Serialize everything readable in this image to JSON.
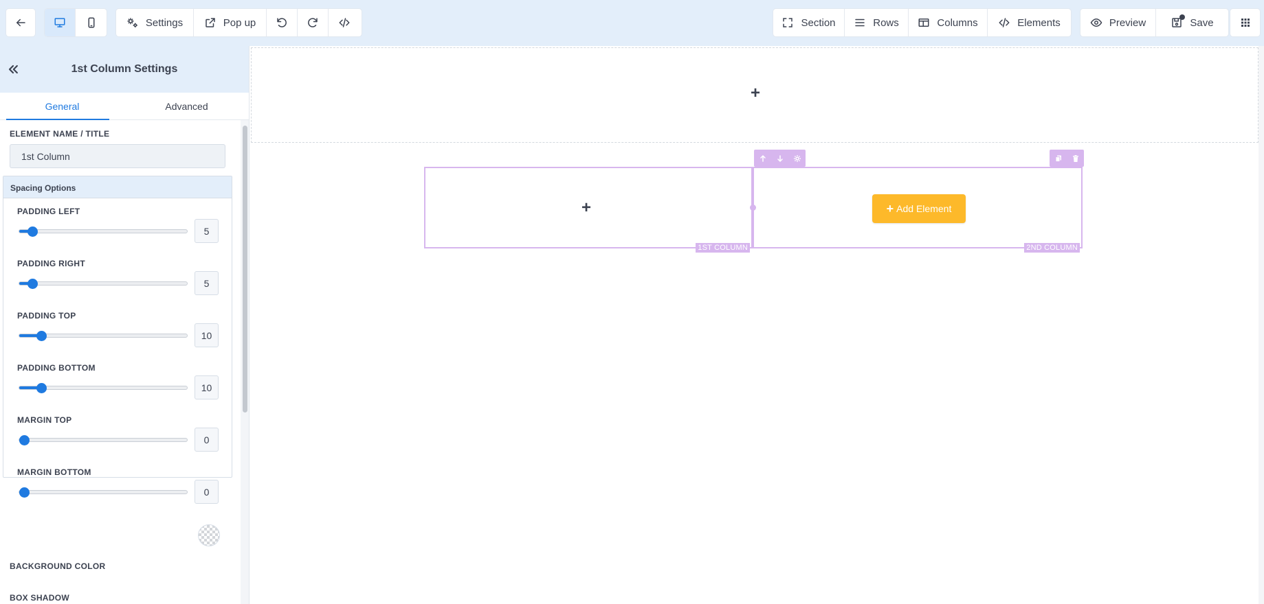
{
  "toolbar": {
    "settings_label": "Settings",
    "popup_label": "Pop up",
    "section_label": "Section",
    "rows_label": "Rows",
    "columns_label": "Columns",
    "elements_label": "Elements",
    "preview_label": "Preview",
    "save_label": "Save"
  },
  "panel": {
    "title": "1st Column Settings",
    "tabs": [
      {
        "label": "General",
        "active": true
      },
      {
        "label": "Advanced",
        "active": false
      }
    ],
    "element_name_label": "ELEMENT NAME / TITLE",
    "element_name_value": "1st Column",
    "spacing_heading": "Spacing Options",
    "sliders": [
      {
        "label": "PADDING LEFT",
        "value": "5",
        "fraction": 0.05
      },
      {
        "label": "PADDING RIGHT",
        "value": "5",
        "fraction": 0.05
      },
      {
        "label": "PADDING TOP",
        "value": "10",
        "fraction": 0.1
      },
      {
        "label": "PADDING BOTTOM",
        "value": "10",
        "fraction": 0.1
      },
      {
        "label": "MARGIN TOP",
        "value": "0",
        "fraction": 0
      },
      {
        "label": "MARGIN BOTTOM",
        "value": "0",
        "fraction": 0
      }
    ],
    "background_color_label": "BACKGROUND COLOR",
    "box_shadow_label": "BOX SHADOW"
  },
  "canvas": {
    "section_plus": "+",
    "column1_plus": "+",
    "column1_tag": "1ST COLUMN",
    "column2_tag": "2ND COLUMN",
    "add_element_plus": "+",
    "add_element_label": "Add Element"
  },
  "colors": {
    "accent": "#1f7ae0",
    "toolbar_bg": "#e3eefa",
    "column_outline": "#d7b6ee",
    "add_element_bg": "#fdb92a"
  }
}
